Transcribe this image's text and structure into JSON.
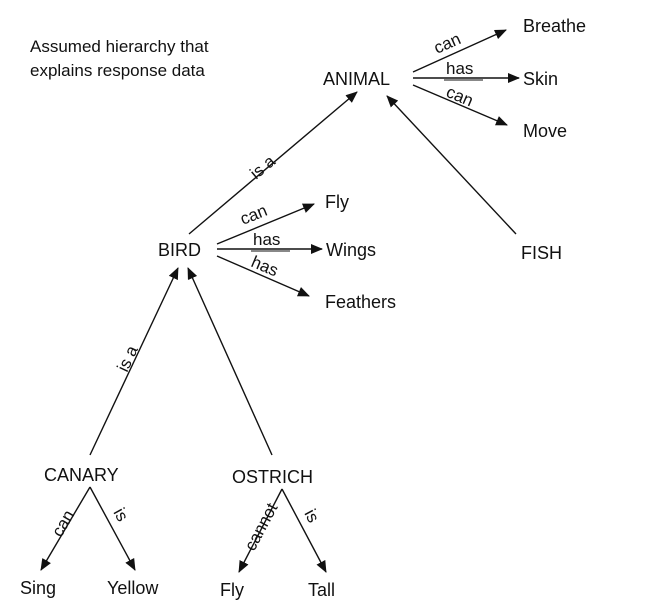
{
  "caption": {
    "line1": "Assumed hierarchy that",
    "line2": "explains response data"
  },
  "nodes": {
    "animal": "ANIMAL",
    "bird": "BIRD",
    "fish": "FISH",
    "canary": "CANARY",
    "ostrich": "OSTRICH"
  },
  "properties": {
    "breathe": "Breathe",
    "skin": "Skin",
    "move": "Move",
    "fly": "Fly",
    "wings": "Wings",
    "feathers": "Feathers",
    "sing": "Sing",
    "yellow": "Yellow",
    "fly2": "Fly",
    "tall": "Tall"
  },
  "edge_labels": {
    "animal_breathe": "can",
    "animal_skin": "has",
    "animal_move": "can",
    "bird_animal": "is a",
    "bird_fly": "can",
    "bird_wings": "has",
    "bird_feathers": "has",
    "canary_bird": "is a",
    "canary_sing": "can",
    "canary_yellow": "is",
    "ostrich_fly": "cannot",
    "ostrich_tall": "is"
  },
  "colors": {
    "ink": "#111111",
    "background": "#ffffff"
  }
}
